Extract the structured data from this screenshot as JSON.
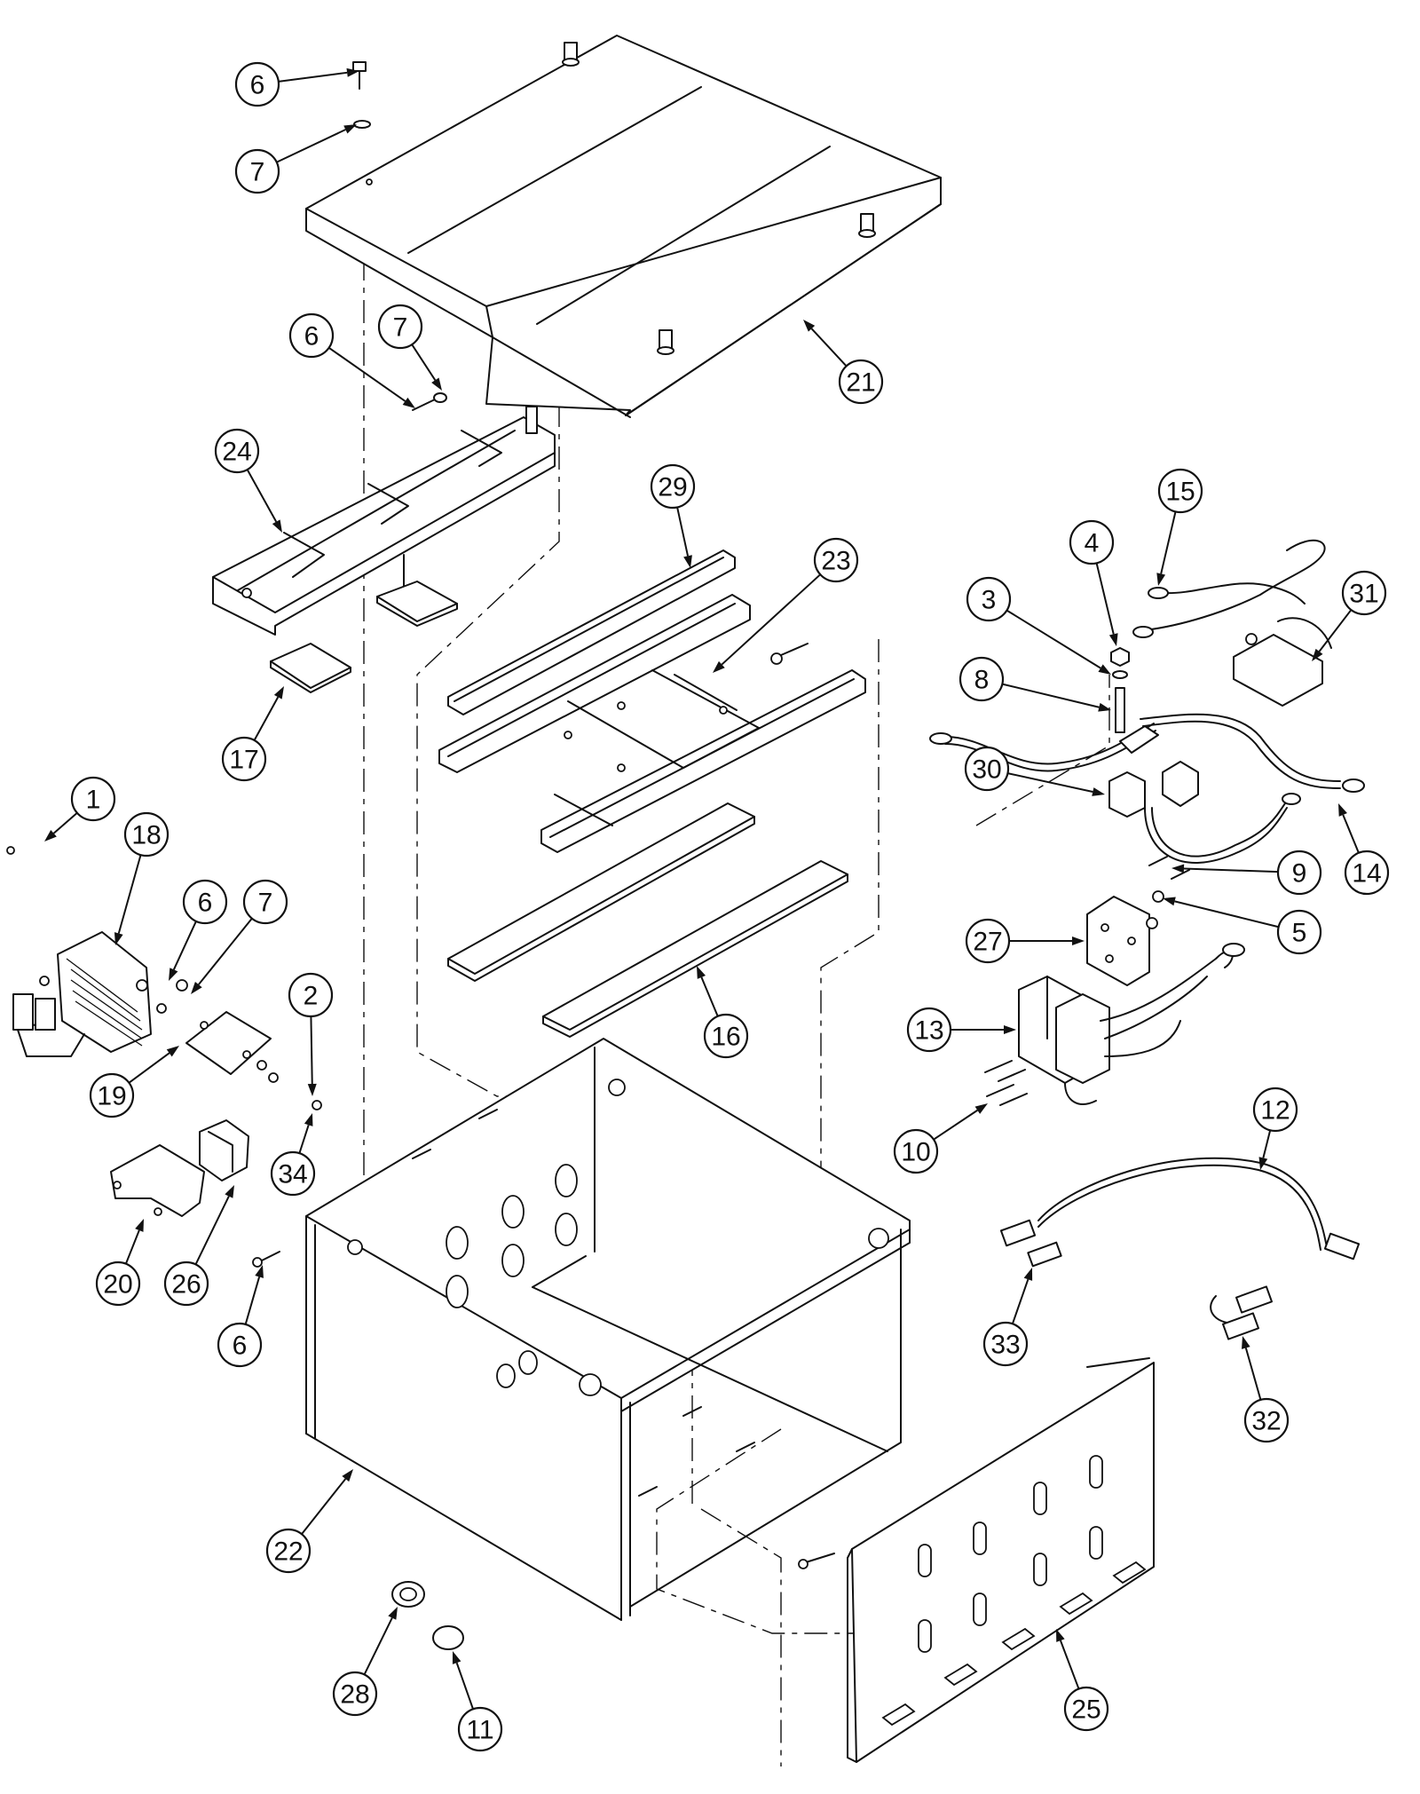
{
  "callouts": [
    {
      "id": "c6a",
      "label": "6"
    },
    {
      "id": "c7a",
      "label": "7"
    },
    {
      "id": "c6b",
      "label": "6"
    },
    {
      "id": "c7b",
      "label": "7"
    },
    {
      "id": "c21",
      "label": "21"
    },
    {
      "id": "c24",
      "label": "24"
    },
    {
      "id": "c29",
      "label": "29"
    },
    {
      "id": "c23",
      "label": "23"
    },
    {
      "id": "c15",
      "label": "15"
    },
    {
      "id": "c4",
      "label": "4"
    },
    {
      "id": "c3",
      "label": "3"
    },
    {
      "id": "c31",
      "label": "31"
    },
    {
      "id": "c8",
      "label": "8"
    },
    {
      "id": "c17",
      "label": "17"
    },
    {
      "id": "c1",
      "label": "1"
    },
    {
      "id": "c18",
      "label": "18"
    },
    {
      "id": "c6c",
      "label": "6"
    },
    {
      "id": "c7c",
      "label": "7"
    },
    {
      "id": "c30",
      "label": "30"
    },
    {
      "id": "c14",
      "label": "14"
    },
    {
      "id": "c9",
      "label": "9"
    },
    {
      "id": "c5",
      "label": "5"
    },
    {
      "id": "c27",
      "label": "27"
    },
    {
      "id": "c2",
      "label": "2"
    },
    {
      "id": "c19",
      "label": "19"
    },
    {
      "id": "c16",
      "label": "16"
    },
    {
      "id": "c13",
      "label": "13"
    },
    {
      "id": "c34",
      "label": "34"
    },
    {
      "id": "c10",
      "label": "10"
    },
    {
      "id": "c12",
      "label": "12"
    },
    {
      "id": "c20",
      "label": "20"
    },
    {
      "id": "c26",
      "label": "26"
    },
    {
      "id": "c6d",
      "label": "6"
    },
    {
      "id": "c33",
      "label": "33"
    },
    {
      "id": "c32",
      "label": "32"
    },
    {
      "id": "c22",
      "label": "22"
    },
    {
      "id": "c28",
      "label": "28"
    },
    {
      "id": "c11",
      "label": "11"
    },
    {
      "id": "c25",
      "label": "25"
    }
  ]
}
